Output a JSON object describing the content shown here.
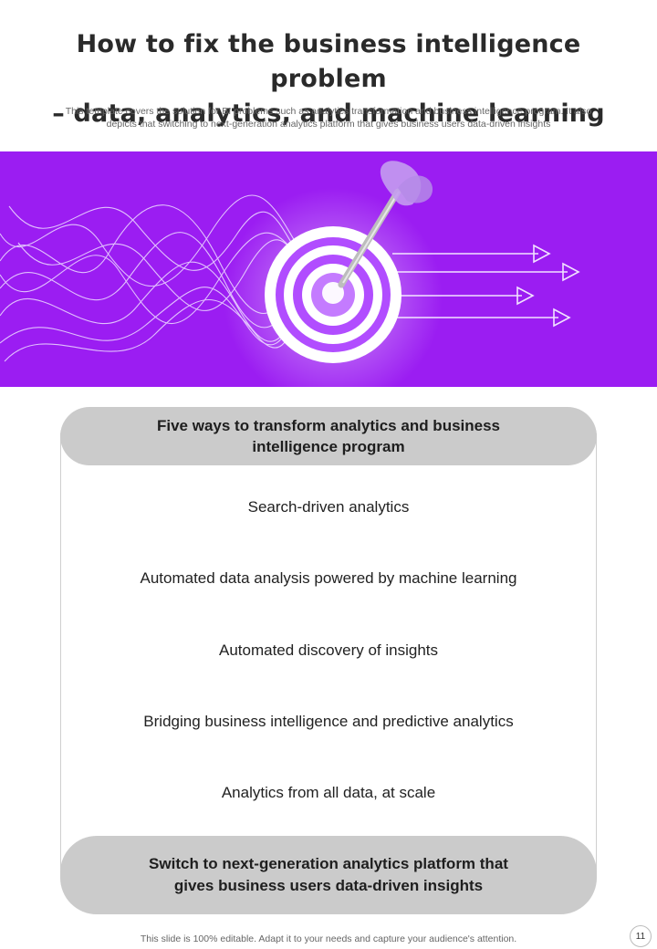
{
  "header": {
    "title_line1": "How to fix the business intelligence problem",
    "title_line2": "– data, analytics, and machine learning",
    "subtitle_line1": "This template covers the solution for BI problems such as analytics transformation and business intelligence program. It also",
    "subtitle_line2": "depicts that switching to next-generation analytics platform that gives business users data-driven insights"
  },
  "banner": {
    "background": "#9b1df2",
    "icons": [
      "target-icon",
      "dart-icon",
      "arrow-icon",
      "wave-lines"
    ]
  },
  "panel": {
    "heading_line1": "Five ways to transform analytics and business",
    "heading_line2": "intelligence program",
    "items": [
      "Search-driven analytics",
      "Automated data analysis powered by machine learning",
      "Automated discovery of insights",
      "Bridging business intelligence and predictive analytics",
      "Analytics from all data, at scale"
    ],
    "conclusion_line1": "Switch to next-generation analytics platform that",
    "conclusion_line2": "gives business users data-driven insights",
    "pill_color": "#cbcbcb"
  },
  "footer": {
    "note": "This slide is 100% editable. Adapt it to your needs and capture your audience's attention.",
    "page_number": "11"
  }
}
